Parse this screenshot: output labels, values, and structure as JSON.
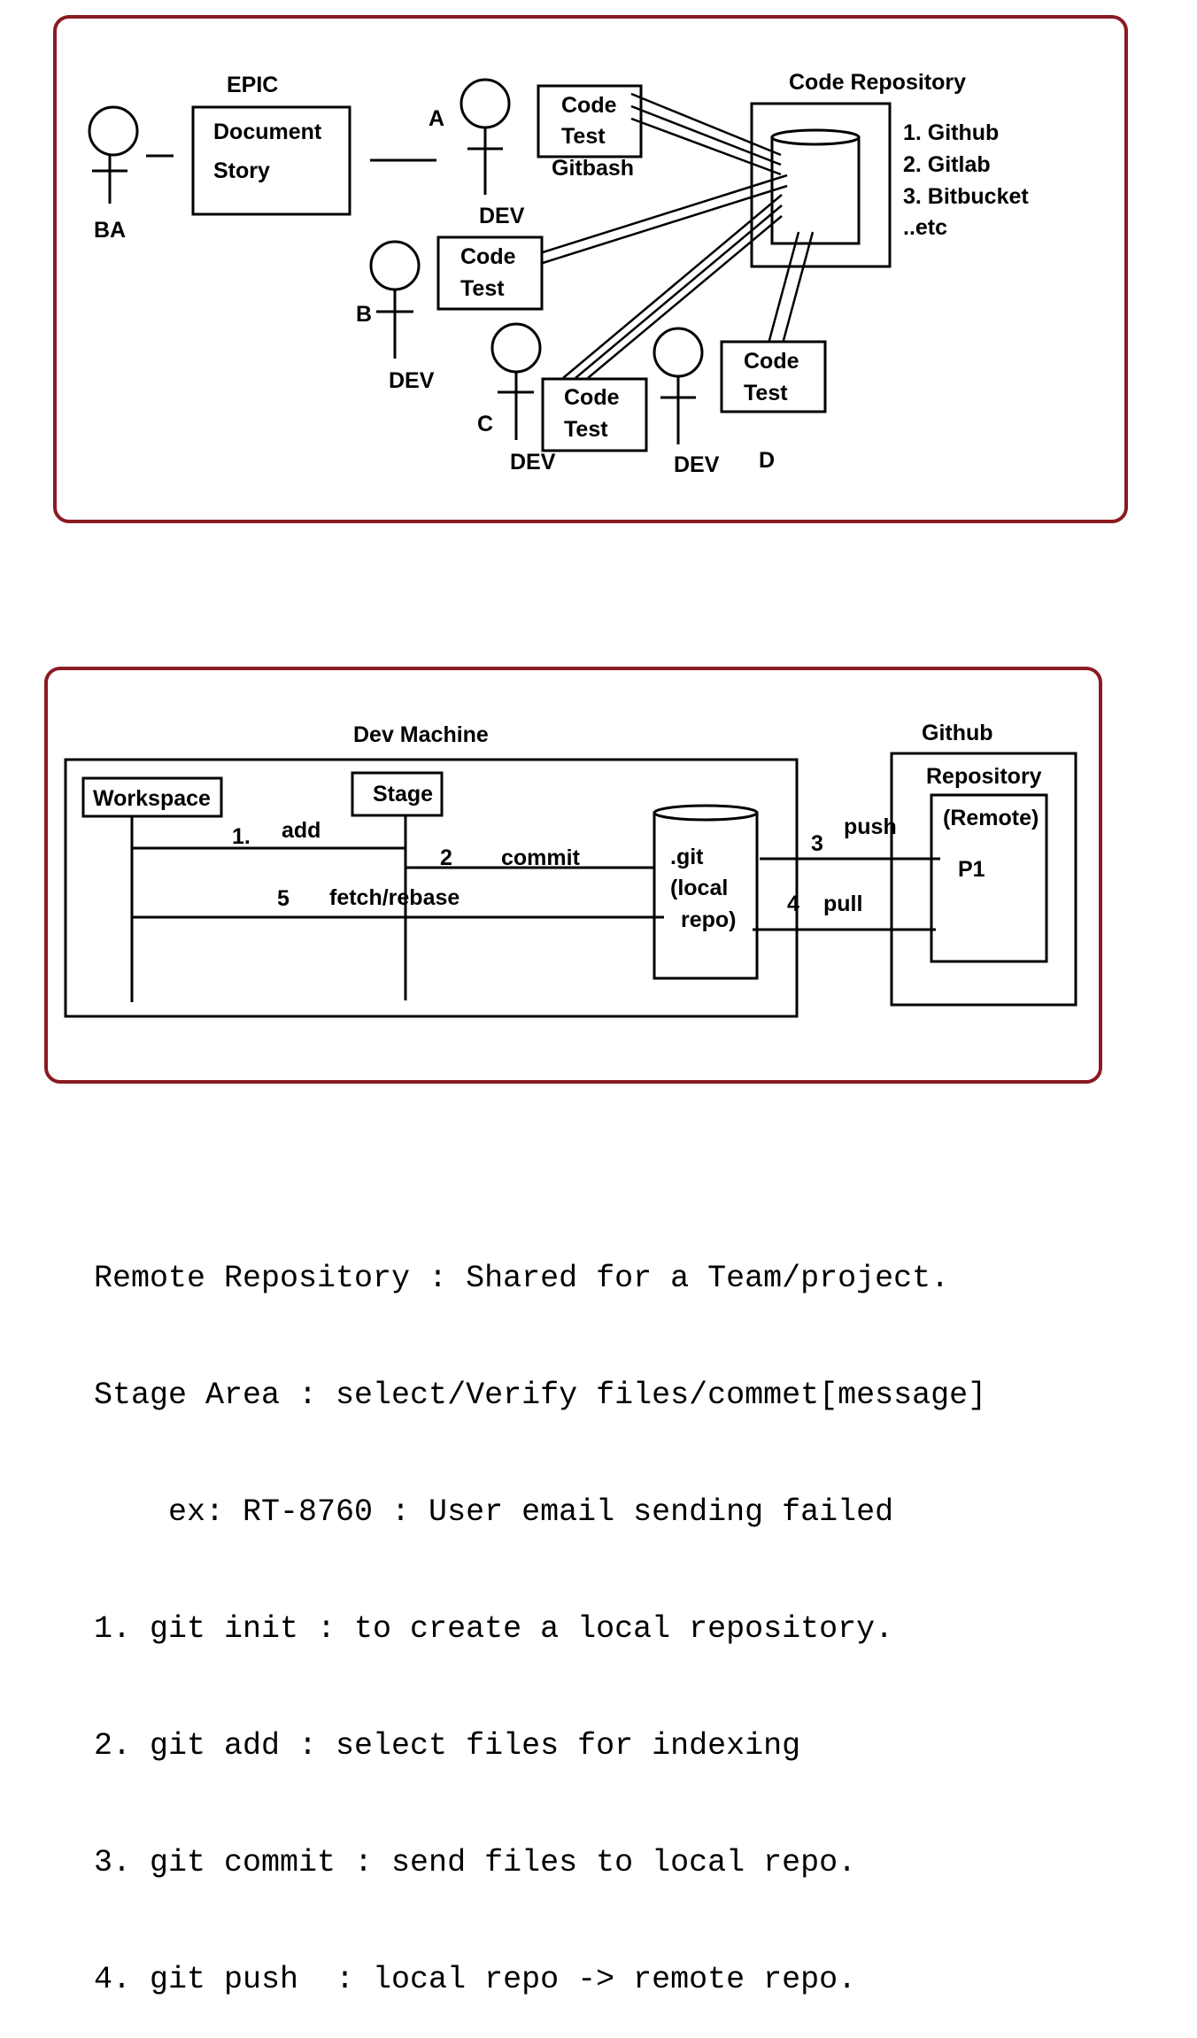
{
  "colors": {
    "frame": "#8b1a22",
    "ink": "#000000",
    "background": "#ffffff"
  },
  "diagram1": {
    "epic_label": "EPIC",
    "story_box": {
      "line1": "Document",
      "line2": "Story"
    },
    "ba_label": "BA",
    "dev_a": {
      "letter": "A",
      "role": "DEV",
      "box": {
        "line1": "Code",
        "line2": "Test"
      },
      "tool": "Gitbash"
    },
    "dev_b": {
      "letter": "B",
      "role": "DEV",
      "box": {
        "line1": "Code",
        "line2": "Test"
      }
    },
    "dev_c": {
      "letter": "C",
      "role": "DEV",
      "box": {
        "line1": "Code",
        "line2": "Test"
      }
    },
    "dev_d": {
      "letter": "D",
      "role": "DEV",
      "box": {
        "line1": "Code",
        "line2": "Test"
      }
    },
    "repo_title": "Code Repository",
    "repo_options": [
      "1. Github",
      "2. Gitlab",
      "3. Bitbucket",
      "..etc"
    ]
  },
  "diagram2": {
    "dev_machine_label": "Dev Machine",
    "github_label": "Github",
    "workspace_label": "Workspace",
    "stage_label": "Stage",
    "local_repo": {
      "line1": ".git",
      "line2": "(local",
      "line3": "repo)"
    },
    "remote": {
      "repository_label": "Repository",
      "remote_label": "(Remote)",
      "project_label": "P1"
    },
    "steps": {
      "add": {
        "number": "1.",
        "label": "add"
      },
      "commit": {
        "number": "2",
        "label": "commit"
      },
      "push": {
        "number": "3",
        "label": "push"
      },
      "pull": {
        "number": "4",
        "label": "pull"
      },
      "fetch": {
        "number": "5",
        "label": "fetch/rebase"
      }
    }
  },
  "notes": [
    "Remote Repository : Shared for a Team/project.",
    "Stage Area : select/Verify files/commet[message]",
    "    ex: RT-8760 : User email sending failed",
    "1. git init : to create a local repository.",
    "2. git add : select files for indexing",
    "3. git commit : send files to local repo.",
    "4. git push  : local repo -> remote repo."
  ]
}
